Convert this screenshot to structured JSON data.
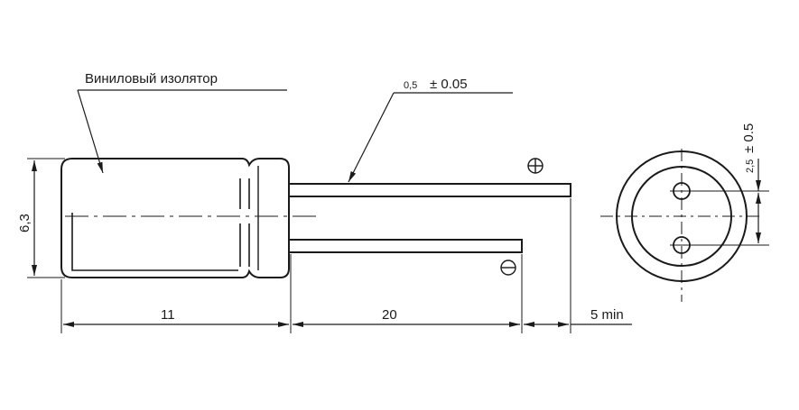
{
  "labels": {
    "insulator": "Виниловый изолятор",
    "lead_diameter_small": "0,5",
    "lead_diameter_tol": "± 0.05",
    "diameter": "6,3",
    "body_length": "11",
    "lead_length": "20",
    "lead_diff": "5 min",
    "pitch": "2,5",
    "pitch_tol": "± 0.5",
    "plus_sign": "⊕",
    "minus_sign": "⊖"
  }
}
